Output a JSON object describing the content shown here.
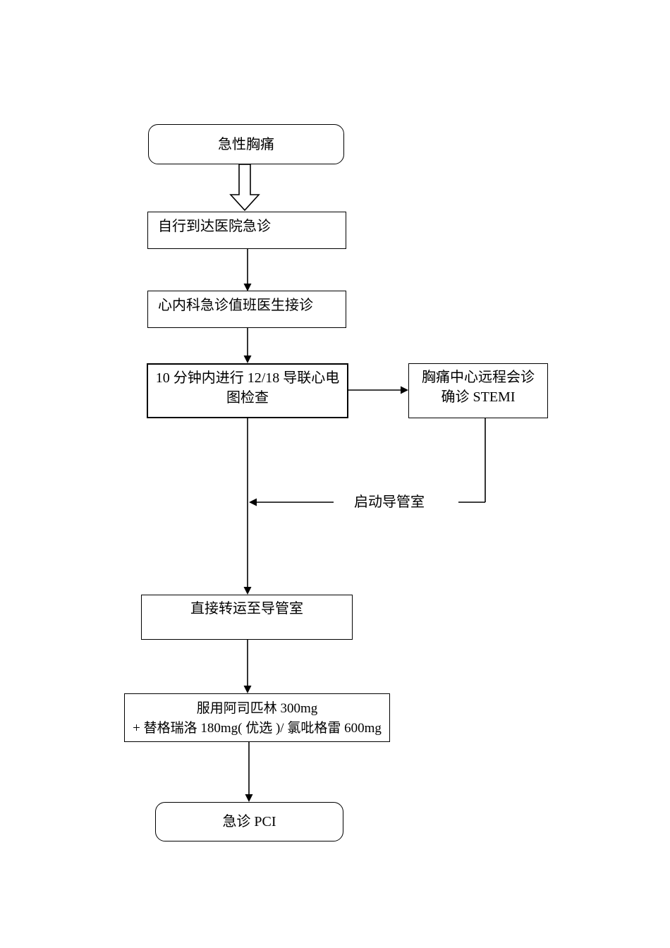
{
  "diagram": {
    "kind": "flowchart",
    "language": "zh-CN",
    "nodes": {
      "acute_chest_pain": {
        "label": "急性胸痛",
        "shape": "rounded-rectangle"
      },
      "self_arrival": {
        "label": "自行到达医院急诊",
        "shape": "rectangle"
      },
      "cardiology_reception": {
        "label": "心内科急诊值班医生接诊",
        "shape": "rectangle"
      },
      "ecg_check": {
        "line1": "10 分钟内进行 12/18 导联心电",
        "line2": "图检查",
        "shape": "rectangle"
      },
      "remote_consult": {
        "line1": "胸痛中心远程会诊",
        "line2": "确诊 STEMI",
        "shape": "rectangle"
      },
      "transfer_cath_lab": {
        "label": "直接转运至导管室",
        "shape": "rectangle"
      },
      "medication": {
        "line1": "服用阿司匹林 300mg",
        "line2": "+ 替格瑞洛 180mg( 优选 )/ 氯吡格雷 600mg",
        "shape": "rectangle"
      },
      "emergency_pci": {
        "label": "急诊 PCI",
        "shape": "rounded-rectangle"
      }
    },
    "edge_labels": {
      "activate_cath_lab": "启动导管室"
    },
    "edges": [
      "acute_chest_pain -> self_arrival (hollow block arrow)",
      "self_arrival -> cardiology_reception",
      "cardiology_reception -> ecg_check",
      "ecg_check -> remote_consult",
      "remote_consult -> main flow line (label: 启动导管室)",
      "ecg_check -> transfer_cath_lab",
      "transfer_cath_lab -> medication",
      "medication -> emergency_pci"
    ],
    "colors": {
      "line": "#000000",
      "box_border": "#000000",
      "box_background": "#ffffff",
      "page_background": "#ffffff",
      "text": "#000000"
    }
  }
}
